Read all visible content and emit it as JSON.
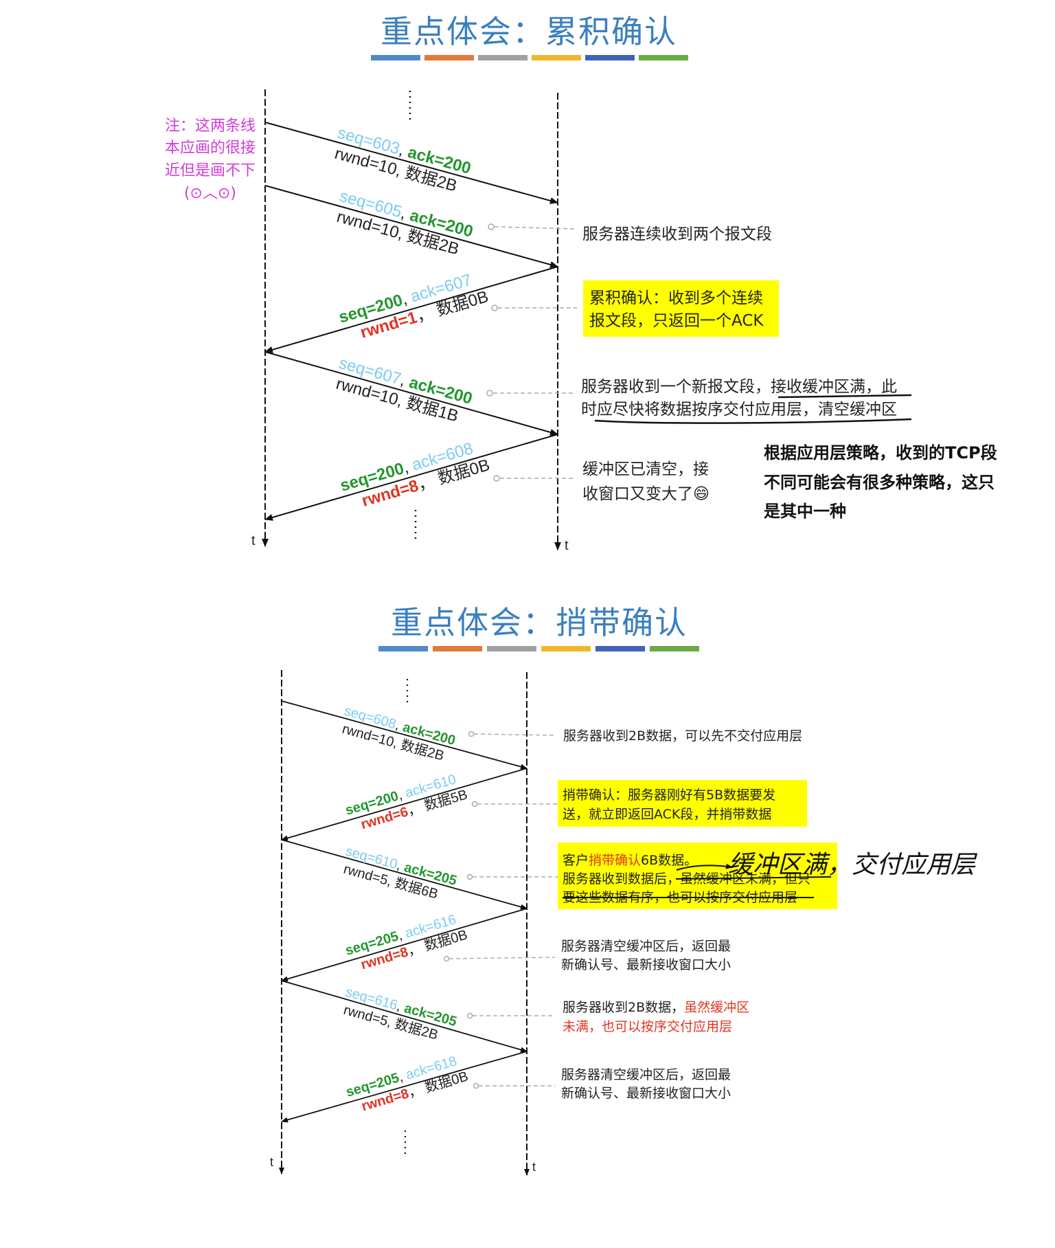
{
  "section1": {
    "title": "重点体会：累积确认",
    "title_bar_colors": [
      "#4f8ac9",
      "#e07a3a",
      "#a0a0a0",
      "#f0b72b",
      "#3f63b8",
      "#6aab45"
    ],
    "side_note": [
      "注：这两条线",
      "本应画的很接",
      "近但是画不下",
      "(⊙︿⊙)"
    ],
    "messages": [
      {
        "seq": "seq=603",
        "ack": "ack=200",
        "line2": "rwnd=10, 数据2B"
      },
      {
        "seq": "seq=605",
        "ack": "ack=200",
        "line2": "rwnd=10, 数据2B"
      },
      {
        "seq": "seq=200",
        "ack": "ack=607",
        "rwnd": "rwnd=1",
        "data": "数据0B"
      },
      {
        "seq": "seq=607",
        "ack": "ack=200",
        "line2": "rwnd=10, 数据1B"
      },
      {
        "seq": "seq=200",
        "ack": "ack=608",
        "rwnd": "rwnd=8",
        "data": "数据0B"
      }
    ],
    "notes": {
      "n1": "服务器连续收到两个报文段",
      "n2_l1": "累积确认：收到多个连续",
      "n2_l2": "报文段，只返回一个ACK",
      "n3_l1": "服务器收到一个新报文段，接收缓冲区满，此",
      "n3_l2": "时应尽快将数据按序交付应用层，清空缓冲区",
      "n4_l1": "缓冲区已清空，接",
      "n4_l2": "收窗口又变大了😄",
      "n5_l1": "根据应用层策略，收到的TCP段",
      "n5_l2": "不同可能会有很多种策略，这只",
      "n5_l3": "是其中一种"
    },
    "t_left": "t",
    "t_right": "t"
  },
  "section2": {
    "title": "重点体会：捎带确认",
    "messages": [
      {
        "seq": "seq=608",
        "ack": "ack=200",
        "line2": "rwnd=10, 数据2B"
      },
      {
        "seq": "seq=200",
        "ack": "ack=610",
        "rwnd": "rwnd=6",
        "data": "数据5B"
      },
      {
        "seq": "seq=610",
        "ack": "ack=205",
        "line2": "rwnd=5, 数据6B"
      },
      {
        "seq": "seq=205",
        "ack": "ack=616",
        "rwnd": "rwnd=8",
        "data": "数据0B"
      },
      {
        "seq": "seq=616",
        "ack": "ack=205",
        "line2": "rwnd=5, 数据2B"
      },
      {
        "seq": "seq=205",
        "ack": "ack=618",
        "rwnd": "rwnd=8",
        "data": "数据0B"
      }
    ],
    "notes": {
      "n1": "服务器收到2B数据，可以先不交付应用层",
      "n2_l1": "捎带确认：服务器刚好有5B数据要发",
      "n2_l2": "送，就立即返回ACK段，并捎带数据",
      "n3_l1_a": "客户",
      "n3_l1_b": "捎带确认",
      "n3_l1_c": "6B数据。",
      "n3_l2_a": "服务器收到数据后，",
      "n3_l2_b": "虽然缓冲区未满，但只",
      "n3_l3": "要这些数据有序，也可以按序交付应用层",
      "n3_hand": "缓冲区满，交付应用层",
      "n4_l1": "服务器清空缓冲区后，返回最",
      "n4_l2": "新确认号、最新接收窗口大小",
      "n5_l1_a": "服务器收到2B数据，",
      "n5_l1_b": "虽然缓冲区",
      "n5_l2": "未满，也可以按序交付应用层",
      "n6_l1": "服务器清空缓冲区后，返回最",
      "n6_l2": "新确认号、最新接收窗口大小"
    },
    "t_left": "t",
    "t_right": "t"
  }
}
